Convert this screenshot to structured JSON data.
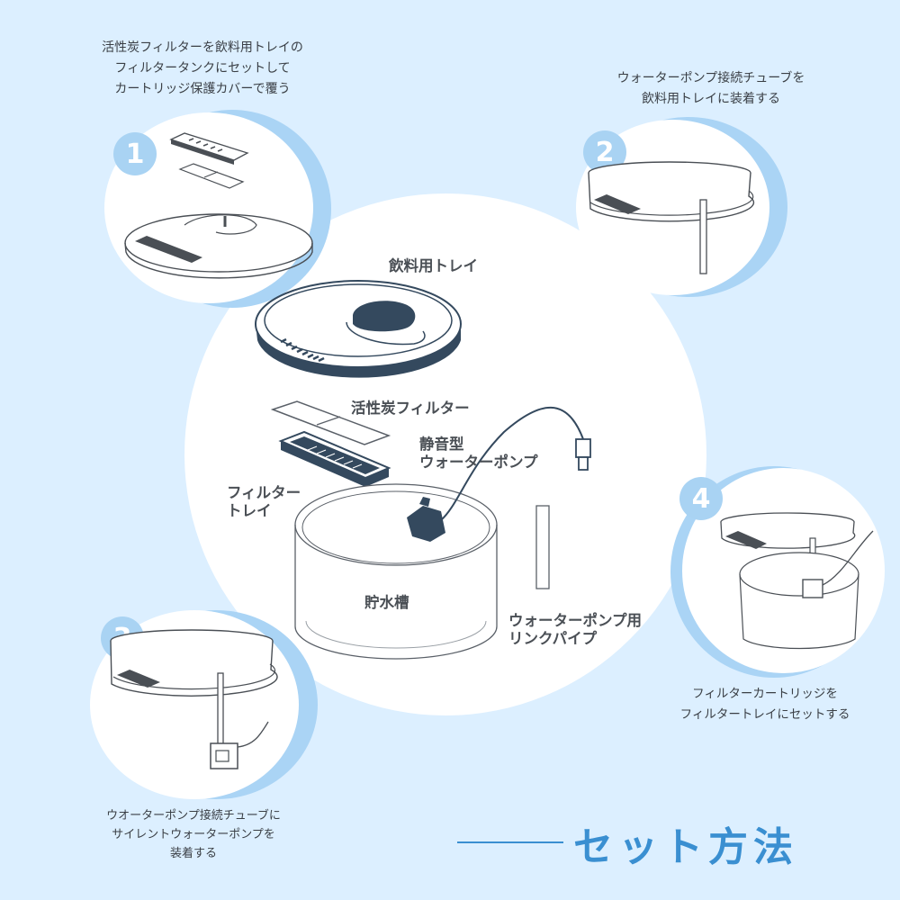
{
  "title": "セット方法",
  "center_labels": {
    "tray": "飲料用トレイ",
    "carbon_filter": "活性炭フィルター",
    "pump": [
      "静音型",
      "ウォーターポンプ"
    ],
    "filter_tray": [
      "フィルター",
      "トレイ"
    ],
    "tank": "貯水槽",
    "link_pipe": [
      "ウォーターポンプ用",
      "リンクパイプ"
    ]
  },
  "steps": [
    {
      "number": "1",
      "caption": [
        "活性炭フィルターを飲料用トレイの",
        "フィルタータンクにセットして",
        "カートリッジ保護カバーで覆う"
      ]
    },
    {
      "number": "2",
      "caption": [
        "ウォーターポンプ接続チューブを",
        "飲料用トレイに装着する"
      ]
    },
    {
      "number": "3",
      "caption": [
        "ウオーターポンプ接続チューブに",
        "サイレントウォーターポンプを",
        "装着する"
      ]
    },
    {
      "number": "4",
      "caption": [
        "フィルターカートリッジを",
        "フィルタートレイにセットする"
      ]
    }
  ],
  "colors": {
    "background": "#dcefff",
    "accent": "#3a8fd1",
    "halo": "#aad4f5",
    "dark_part": "#34495e"
  }
}
